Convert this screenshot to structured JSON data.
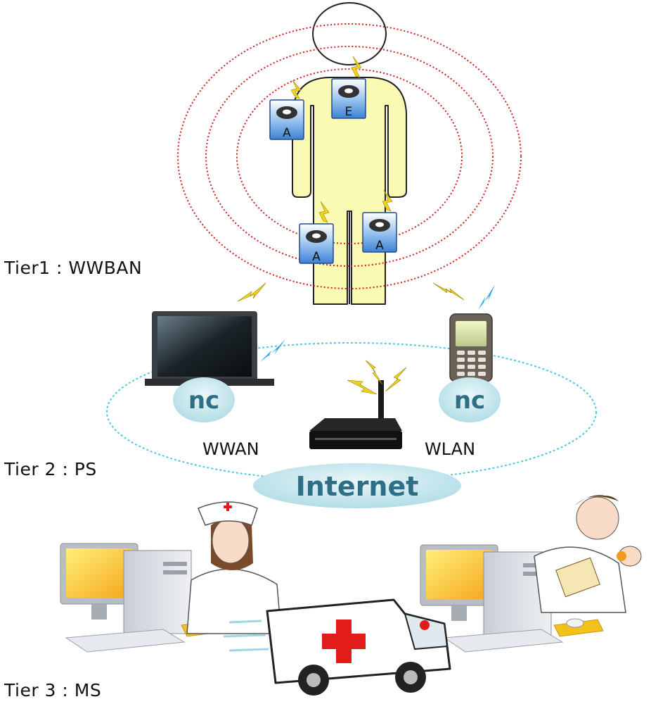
{
  "tiers": {
    "tier1": "Tier1 : WWBAN",
    "tier2": "Tier 2 : PS",
    "tier3": "Tier 3 : MS"
  },
  "sensors": {
    "shoulder_left": "A",
    "chest": "E",
    "leg_left": "A",
    "leg_right": "A"
  },
  "network": {
    "nc_left": "nc",
    "nc_right": "nc",
    "wwan": "WWAN",
    "wlan": "WLAN",
    "internet": "Internet"
  },
  "colors": {
    "body_fill": "#fafab4",
    "signal_ring": "#d21e1e",
    "network_ring": "#4ec9e0",
    "nc_bubble": "#bfe3ea",
    "internet_text": "#2f6f86",
    "sensor_box": "#4a8fd8",
    "bolt_yellow": "#f2d21e",
    "bolt_blue": "#2aa7e0",
    "cross_red": "#e21b1b"
  }
}
